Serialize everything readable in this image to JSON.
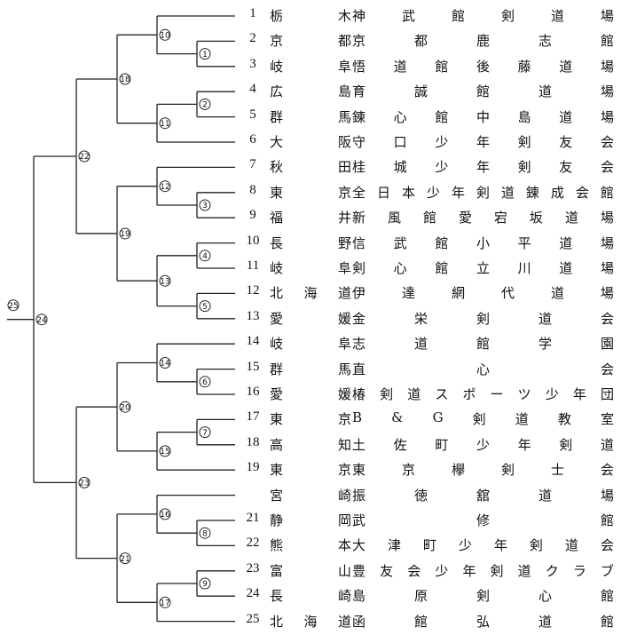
{
  "rounds": {
    "final": "㉕",
    "semifinals": [
      "㉒",
      "㉓"
    ],
    "labels": [
      "①",
      "②",
      "③",
      "④",
      "⑤",
      "⑥",
      "⑦",
      "⑧",
      "⑨",
      "⑩",
      "⑪",
      "⑫",
      "⑬",
      "⑭",
      "⑮",
      "⑯",
      "⑰",
      "⑱",
      "⑲",
      "⑳",
      "㉑",
      "㉒",
      "㉓",
      "㉔",
      "㉕"
    ]
  },
  "entries": [
    {
      "no": "1",
      "pref": "栃木",
      "club": "神武館剣道場"
    },
    {
      "no": "2",
      "pref": "京都",
      "club": "京都鹿志館"
    },
    {
      "no": "3",
      "pref": "岐阜",
      "club": "悟道館後藤道場"
    },
    {
      "no": "4",
      "pref": "広島",
      "club": "育誠館道場"
    },
    {
      "no": "5",
      "pref": "群馬",
      "club": "錬心館中島道場"
    },
    {
      "no": "6",
      "pref": "大阪",
      "club": "守口少年剣友会"
    },
    {
      "no": "7",
      "pref": "秋田",
      "club": "桂城少年剣友会"
    },
    {
      "no": "8",
      "pref": "東京",
      "club": "全日本少年剣道錬成会館"
    },
    {
      "no": "9",
      "pref": "福井",
      "club": "新風館愛宕坂道場"
    },
    {
      "no": "10",
      "pref": "長野",
      "club": "信武館小平道場"
    },
    {
      "no": "11",
      "pref": "岐阜",
      "club": "剣心館立川道場"
    },
    {
      "no": "12",
      "pref": "北海道",
      "club": "伊達網代道場"
    },
    {
      "no": "13",
      "pref": "愛媛",
      "club": "金栄剣道会"
    },
    {
      "no": "14",
      "pref": "岐阜",
      "club": "志道館学園"
    },
    {
      "no": "15",
      "pref": "群馬",
      "club": "直心会"
    },
    {
      "no": "16",
      "pref": "愛媛",
      "club": "椿剣道スポーツ少年団"
    },
    {
      "no": "17",
      "pref": "東京",
      "club": "B&G剣道教室"
    },
    {
      "no": "18",
      "pref": "高知",
      "club": "土佐町少年剣道"
    },
    {
      "no": "19",
      "pref": "東京",
      "club": "東京欅剣士会"
    },
    {
      "no": "",
      "pref": "宮崎",
      "club": "振徳舘道場"
    },
    {
      "no": "21",
      "pref": "静岡",
      "club": "武修館"
    },
    {
      "no": "22",
      "pref": "熊本",
      "club": "大津町少年剣道会"
    },
    {
      "no": "23",
      "pref": "富山",
      "club": "豊友会少年剣道クラブ"
    },
    {
      "no": "24",
      "pref": "長崎",
      "club": "島原剣心館"
    },
    {
      "no": "25",
      "pref": "北海道",
      "club": "函館弘道館"
    }
  ]
}
